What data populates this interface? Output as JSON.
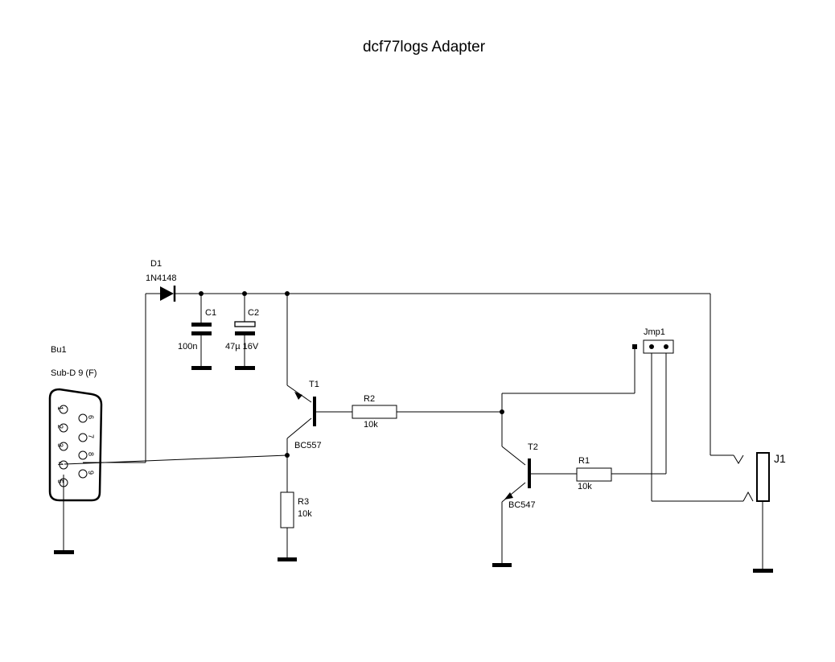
{
  "title": "dcf77logs Adapter",
  "components": {
    "bu1": {
      "ref": "Bu1",
      "value": "Sub-D 9 (F)",
      "pins": [
        "1",
        "2",
        "3",
        "4",
        "5",
        "6",
        "7",
        "8",
        "9"
      ]
    },
    "d1": {
      "ref": "D1",
      "value": "1N4148"
    },
    "c1": {
      "ref": "C1",
      "value": "100n"
    },
    "c2": {
      "ref": "C2",
      "value": "47µ 16V"
    },
    "t1": {
      "ref": "T1",
      "value": "BC557"
    },
    "t2": {
      "ref": "T2",
      "value": "BC547"
    },
    "r1": {
      "ref": "R1",
      "value": "10k"
    },
    "r2": {
      "ref": "R2",
      "value": "10k"
    },
    "r3": {
      "ref": "R3",
      "value": "10k"
    },
    "jmp1": {
      "ref": "Jmp1"
    },
    "j1": {
      "ref": "J1"
    }
  }
}
